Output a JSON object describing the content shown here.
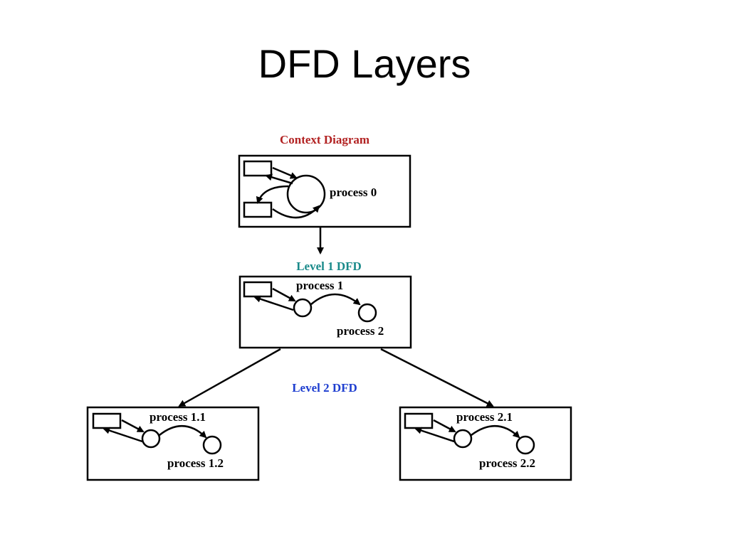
{
  "slide": {
    "title": "DFD Layers"
  },
  "levels": {
    "context": {
      "label": "Context Diagram",
      "color": "#b22222",
      "process": "process 0"
    },
    "level1": {
      "label": "Level 1 DFD",
      "color": "#1a8a8a",
      "process_a": "process 1",
      "process_b": "process 2"
    },
    "level2": {
      "label": "Level 2 DFD",
      "color": "#1f3fd0",
      "left": {
        "process_a": "process 1.1",
        "process_b": "process 1.2"
      },
      "right": {
        "process_a": "process 2.1",
        "process_b": "process 2.2"
      }
    }
  }
}
